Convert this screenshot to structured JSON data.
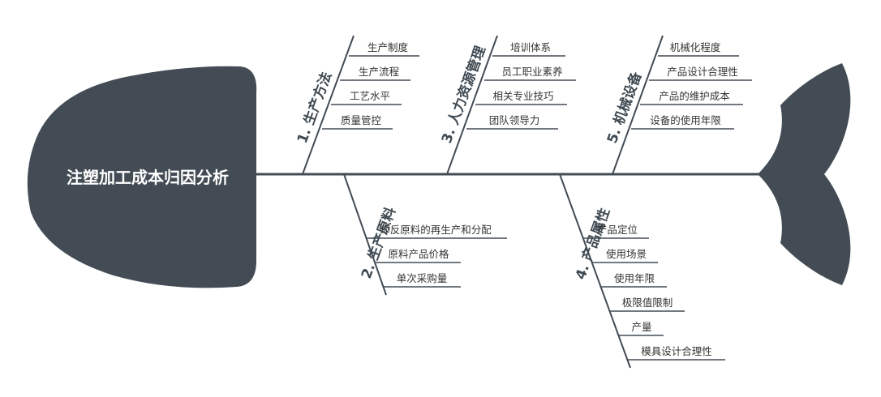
{
  "head_title": "注塑加工成本归因分析",
  "colors": {
    "body": "#434c55",
    "line": "#434c55",
    "text": "#333333",
    "title_text": "#ffffff"
  },
  "categories": [
    {
      "label": "1. 生产方法",
      "causes": [
        "生产制度",
        "生产流程",
        "工艺水平",
        "质量管控"
      ]
    },
    {
      "label": "3. 人力资源管理",
      "causes": [
        "培训体系",
        "员工职业素养",
        "相关专业技巧",
        "团队领导力"
      ]
    },
    {
      "label": "5. 机械设备",
      "causes": [
        "机械化程度",
        "产品设计合理性",
        "产品的维护成本",
        "设备的使用年限"
      ]
    },
    {
      "label": "2. 生产原料",
      "causes": [
        "却反原料的再生产和分配",
        "原料产品价格",
        "单次采购量"
      ]
    },
    {
      "label": "4. 产品属性",
      "causes": [
        "产品定位",
        "使用场景",
        "使用年限",
        "极限值限制",
        "产量",
        "模具设计合理性"
      ]
    }
  ]
}
